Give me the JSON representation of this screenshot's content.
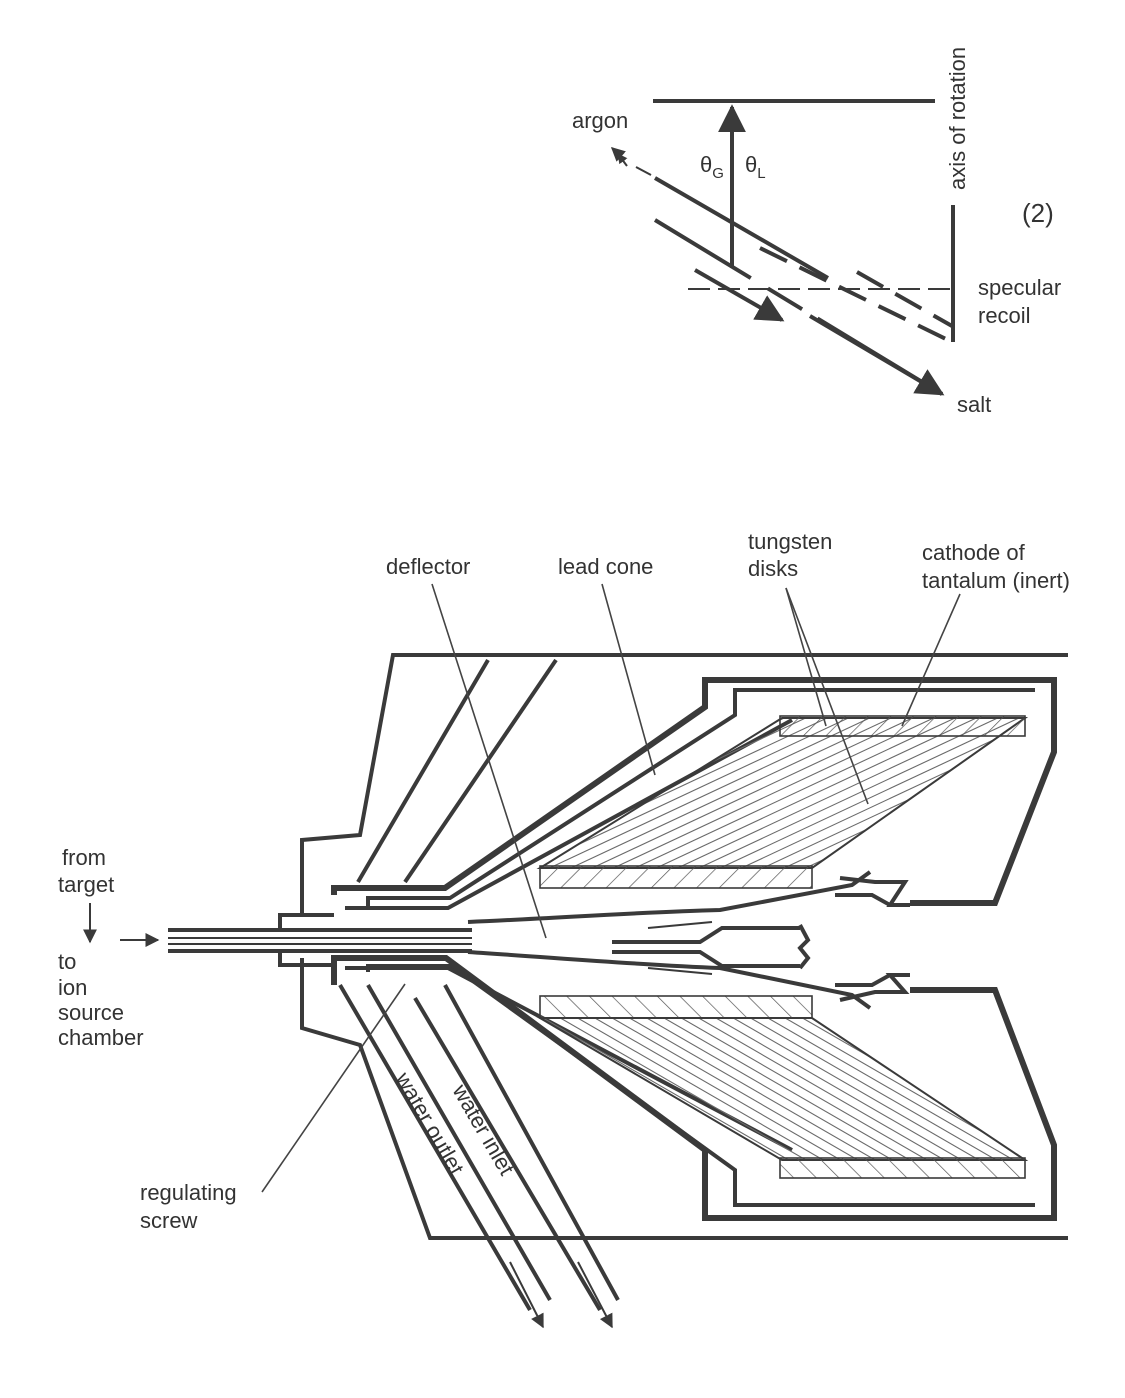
{
  "top_diagram": {
    "label_argon": "argon",
    "label_theta_g": "θ",
    "label_theta_g_sub": "G",
    "label_theta_l": "θ",
    "label_theta_l_sub": "L",
    "label_axis": "axis of rotation",
    "label_number": "(2)",
    "label_specular_1": "specular",
    "label_specular_2": "recoil",
    "label_salt": "salt"
  },
  "bottom_diagram": {
    "label_deflector": "deflector",
    "label_lead_cone": "lead cone",
    "label_tungsten_1": "tungsten",
    "label_tungsten_2": "disks",
    "label_cathode_1": "cathode of",
    "label_cathode_2": "tantalum (inert)",
    "label_from_1": "from",
    "label_from_2": "target",
    "label_to_1": "to",
    "label_to_2": "ion",
    "label_to_3": "source",
    "label_to_4": "chamber",
    "label_regulating_1": "regulating",
    "label_regulating_2": "screw",
    "label_water_inlet": "water inlet",
    "label_water_outlet": "water outlet"
  },
  "colors": {
    "line": "#3a3a3a",
    "text": "#333333",
    "background": "#ffffff"
  }
}
